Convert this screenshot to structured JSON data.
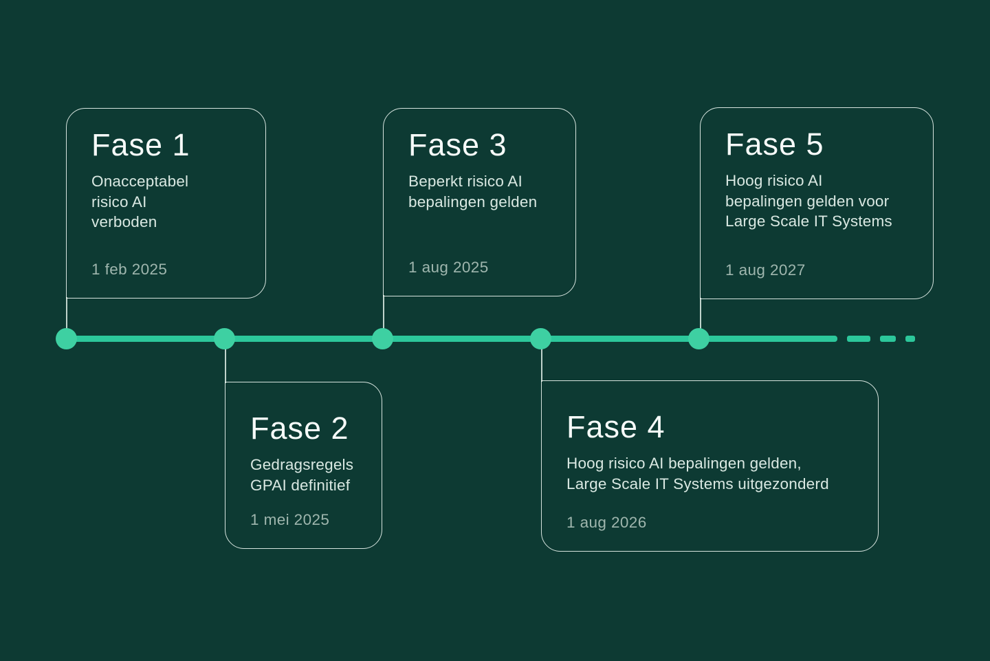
{
  "page": {
    "background_color": "#0d3a33",
    "type": "timeline-infographic",
    "language": "nl"
  },
  "colors": {
    "timeline_green": "#2cc79b",
    "dot_green": "#3ed0a2",
    "card_border": "#e8f3ee",
    "title_text": "#f6fbf9",
    "body_text": "#d9e8e2",
    "date_text": "#9fb6ae"
  },
  "timeline": {
    "dot_count": 5,
    "dash_count": 3,
    "direction": "horizontal"
  },
  "phases": [
    {
      "title": "Fase 1",
      "description": "Onacceptabel\nrisico AI\nverboden",
      "date": "1 feb 2025",
      "position": "above"
    },
    {
      "title": "Fase 2",
      "description": "Gedragsregels\nGPAI definitief",
      "date": "1 mei 2025",
      "position": "below"
    },
    {
      "title": "Fase 3",
      "description": "Beperkt risico AI\nbepalingen gelden",
      "date": "1 aug 2025",
      "position": "above"
    },
    {
      "title": "Fase 4",
      "description": "Hoog risico AI bepalingen gelden,\nLarge Scale IT Systems uitgezonderd",
      "date": "1 aug 2026",
      "position": "below"
    },
    {
      "title": "Fase 5",
      "description": "Hoog risico AI\nbepalingen gelden voor\nLarge Scale IT Systems",
      "date": "1 aug 2027",
      "position": "above"
    }
  ]
}
